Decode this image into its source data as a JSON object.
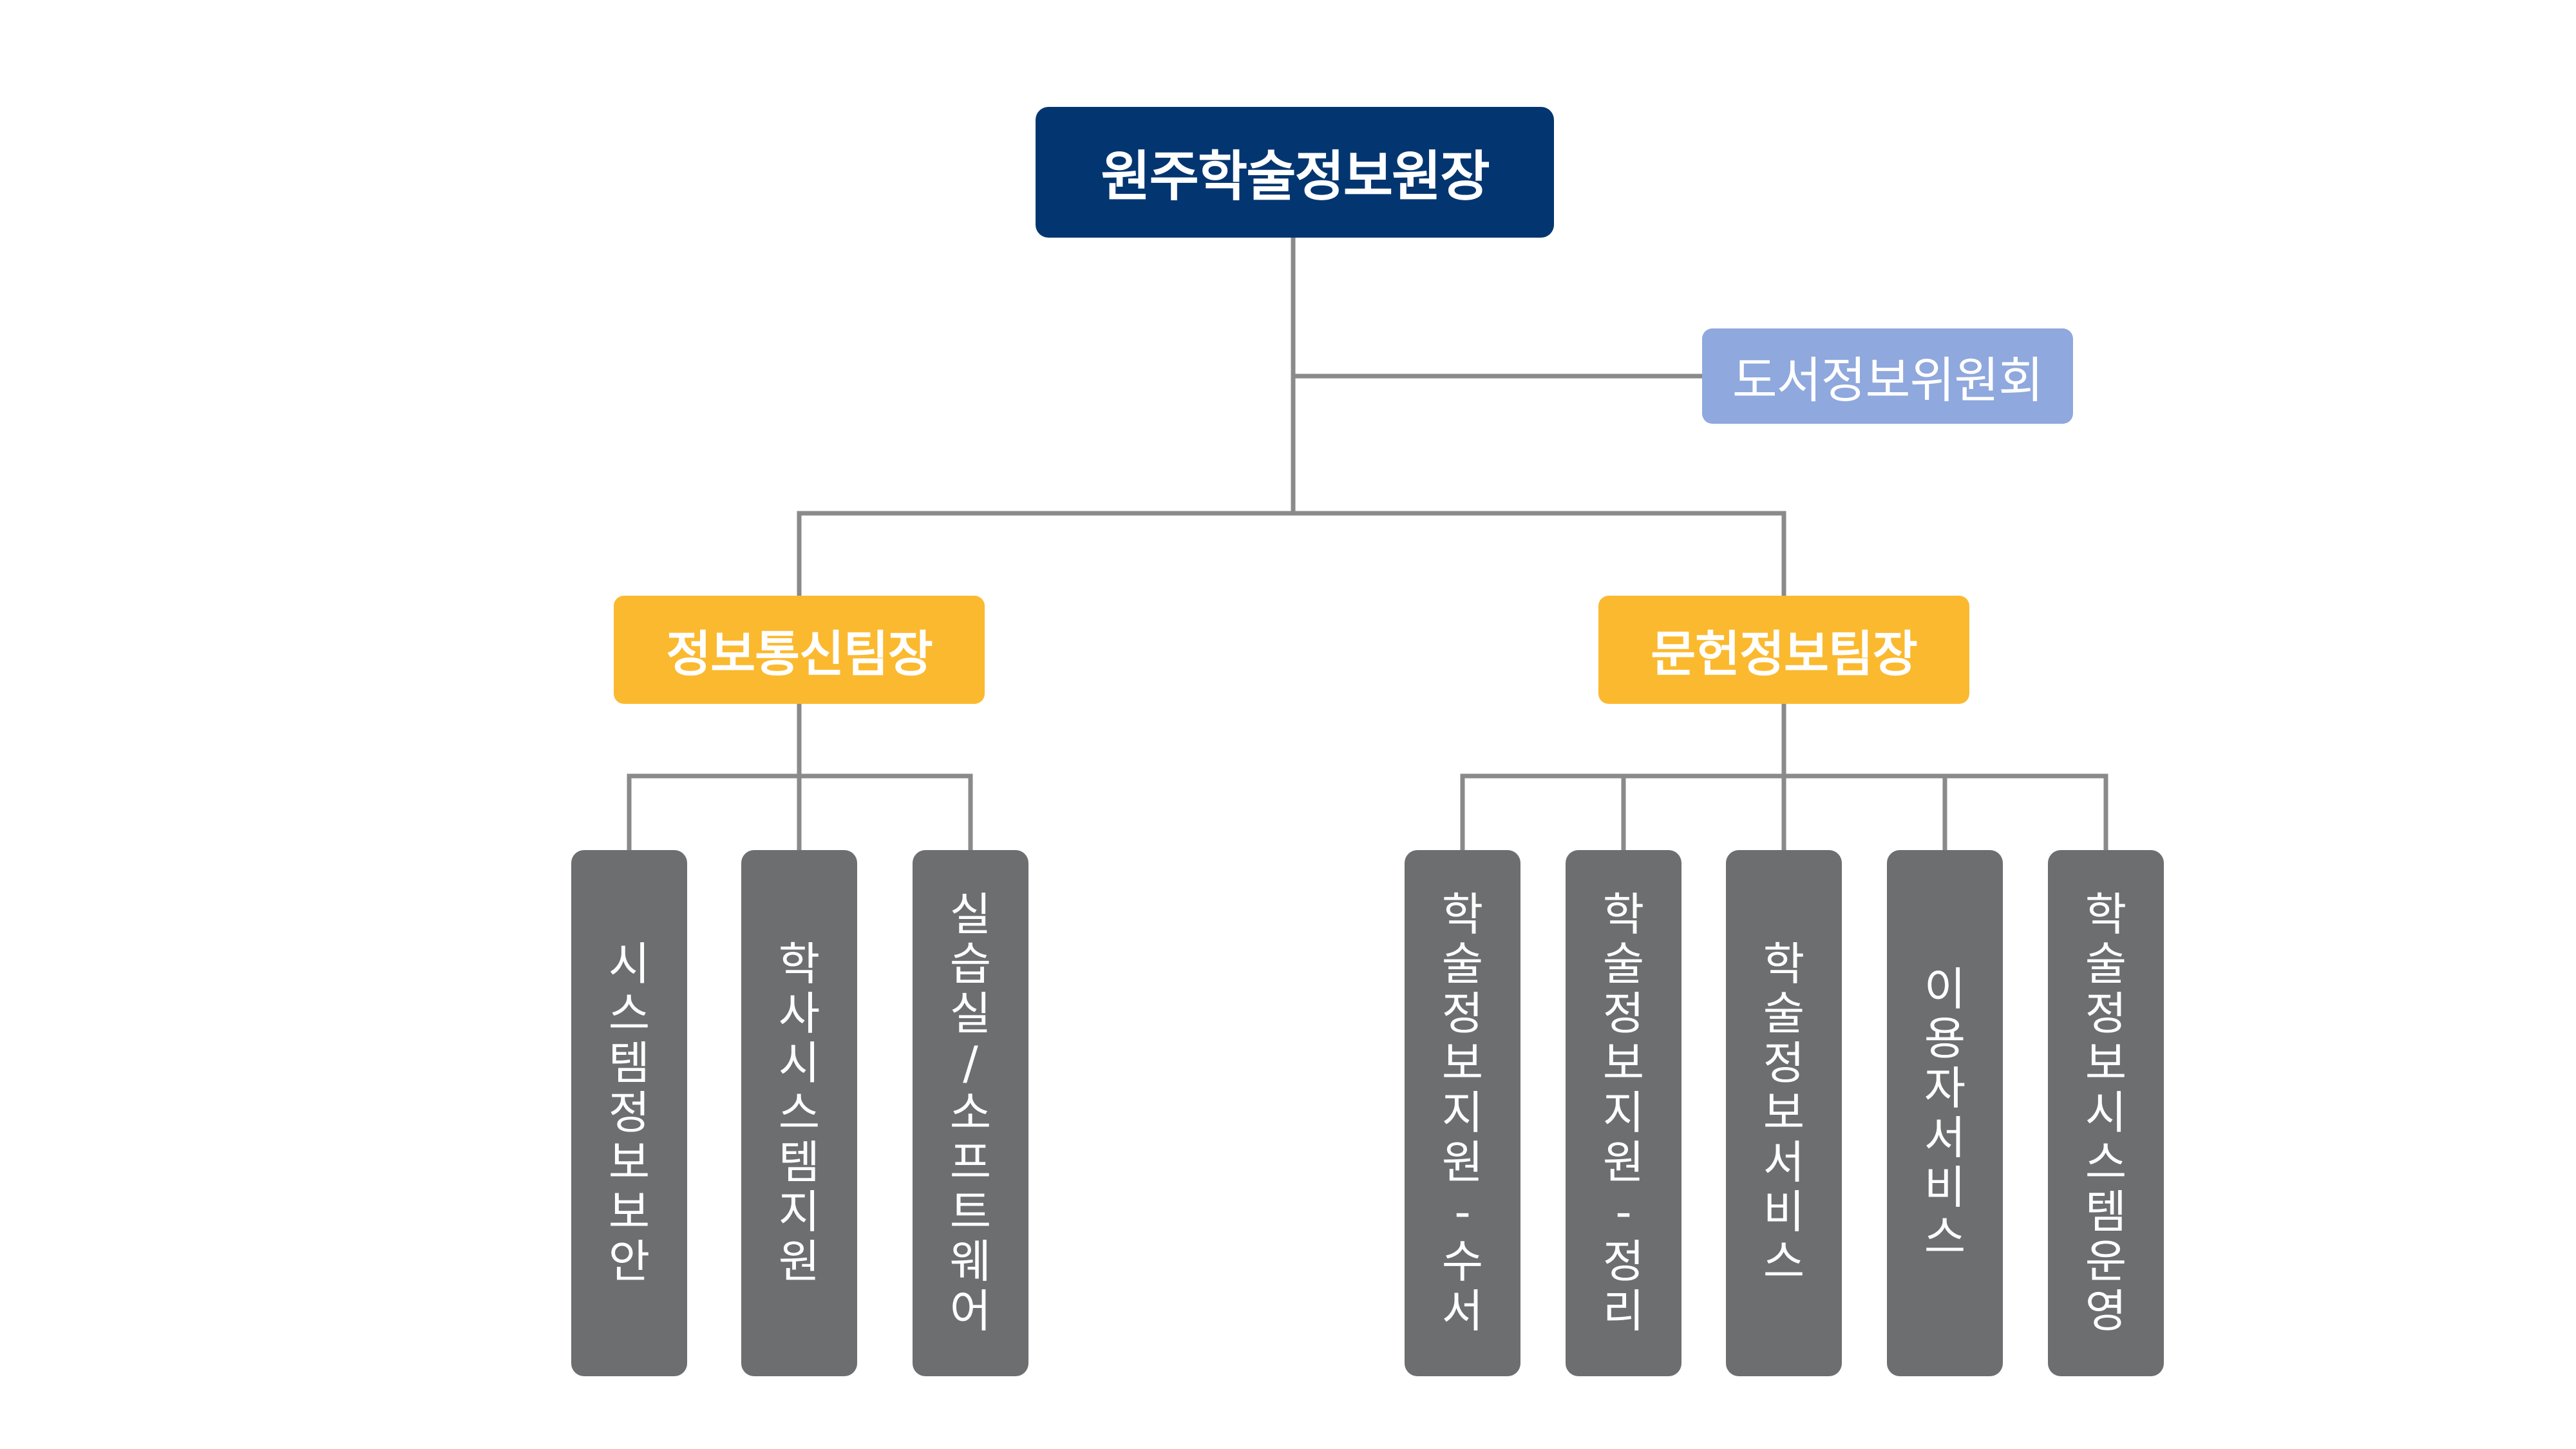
{
  "director": {
    "label": "원주학술정보원장"
  },
  "committee": {
    "label": "도서정보위원회"
  },
  "teams": [
    {
      "label": "정보통신팀장"
    },
    {
      "label": "문헌정보팀장"
    }
  ],
  "units": [
    {
      "label": "시스템정보보안"
    },
    {
      "label": "학사시스템지원"
    },
    {
      "label": "실습실/소프트웨어"
    },
    {
      "label": "학술정보지원-수서"
    },
    {
      "label": "학술정보지원-정리"
    },
    {
      "label": "학술정보서비스"
    },
    {
      "label": "이용자서비스"
    },
    {
      "label": "학술정보시스템운영"
    }
  ],
  "colors": {
    "director": "#033670",
    "committee": "#8fa8dd",
    "team": "#fbb92f",
    "unit": "#6d6e70",
    "connector": "#8a8a8a"
  }
}
